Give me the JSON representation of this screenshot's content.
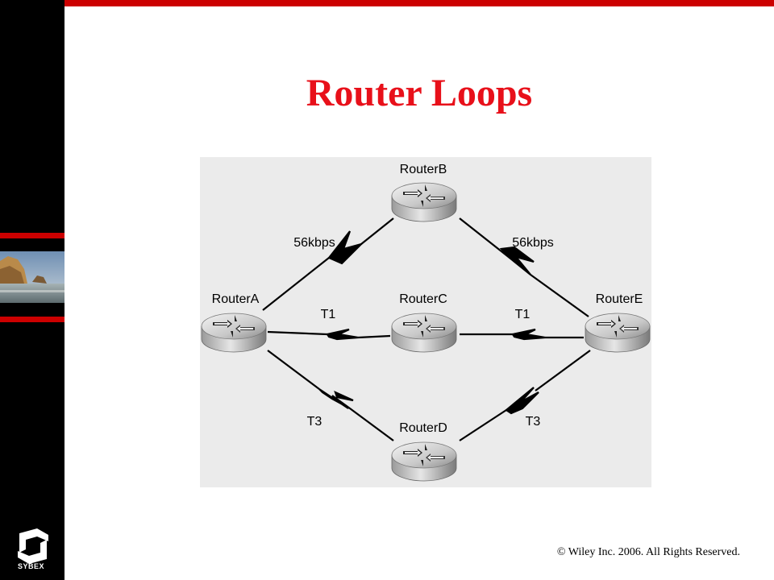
{
  "slide": {
    "title": "Router Loops",
    "footer": "© Wiley Inc. 2006. All Rights Reserved.",
    "brand": "SYBEX",
    "accent_color": "#cc0000",
    "title_color": "#e8101a"
  },
  "diagram": {
    "routers": [
      {
        "id": "a",
        "label": "RouterA"
      },
      {
        "id": "b",
        "label": "RouterB"
      },
      {
        "id": "c",
        "label": "RouterC"
      },
      {
        "id": "d",
        "label": "RouterD"
      },
      {
        "id": "e",
        "label": "RouterE"
      }
    ],
    "links": [
      {
        "from": "RouterA",
        "to": "RouterB",
        "label": "56kbps"
      },
      {
        "from": "RouterB",
        "to": "RouterE",
        "label": "56kbps"
      },
      {
        "from": "RouterA",
        "to": "RouterC",
        "label": "T1"
      },
      {
        "from": "RouterC",
        "to": "RouterE",
        "label": "T1"
      },
      {
        "from": "RouterA",
        "to": "RouterD",
        "label": "T3"
      },
      {
        "from": "RouterD",
        "to": "RouterE",
        "label": "T3"
      }
    ]
  }
}
